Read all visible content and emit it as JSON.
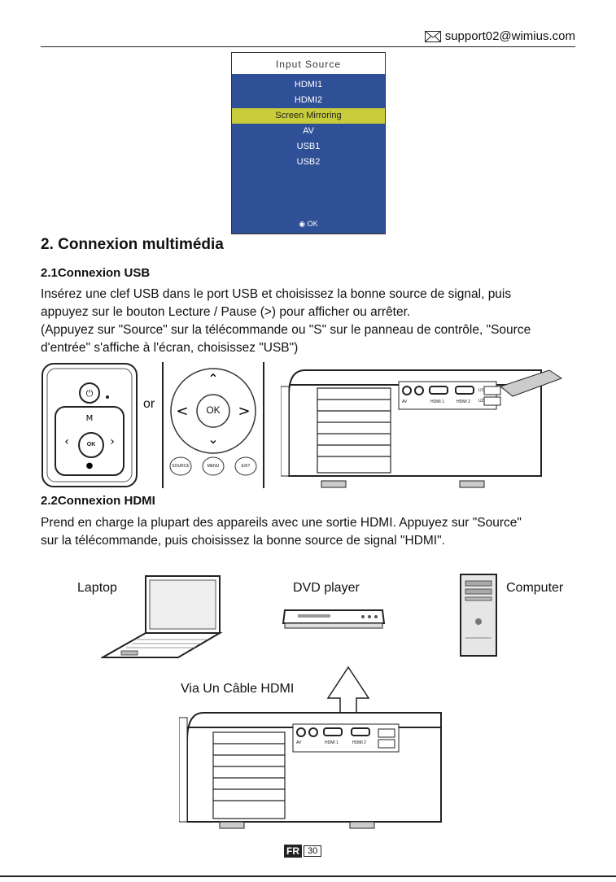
{
  "header": {
    "email": "support02@wimius.com",
    "icon": "envelope-icon"
  },
  "osd": {
    "title": "Input Source",
    "items": [
      "HDMI1",
      "HDMI2",
      "Screen Mirroring",
      "AV",
      "USB1",
      "USB2"
    ],
    "selected": "Screen Mirroring",
    "ok_label": "OK",
    "colors": {
      "background": "#2f4f97",
      "highlight": "#c9cc3a"
    }
  },
  "section": {
    "title": "2. Connexion multimédia",
    "usb": {
      "title": "2.1Connexion USB",
      "lines": [
        "Insérez une clef USB dans le port USB et choisissez la bonne source de signal, puis",
        "appuyez sur le bouton Lecture / Pause (>) pour afficher ou arrêter.",
        "(Appuyez sur \"Source\" sur la télécommande ou \"S\" sur le panneau de contrôle, \"Source",
        "d'entrée\" s'affiche à l'écran, choisissez \"USB\")"
      ],
      "or_label": "or",
      "remote_labels": [
        "OK",
        "OK"
      ],
      "remote_buttons": [
        "SOURCE",
        "MENU",
        "EXIT"
      ],
      "port_labels": [
        "AV",
        "HDMI 1",
        "HDMI 2",
        "U1",
        "U2"
      ]
    },
    "hdmi": {
      "title": "2.2Connexion HDMI",
      "lines": [
        "Prend en charge la plupart des appareils avec une sortie HDMI. Appuyez sur \"Source\"",
        "sur la télécommande, puis choisissez la bonne source de signal \"HDMI\"."
      ],
      "devices": [
        "Laptop",
        "DVD player",
        "Computer"
      ],
      "cable_label": "Via Un Câble HDMI",
      "port_labels": [
        "AV",
        "HDMI 1",
        "HDMI 2"
      ]
    }
  },
  "footer": {
    "lang": "FR",
    "page": "30"
  }
}
